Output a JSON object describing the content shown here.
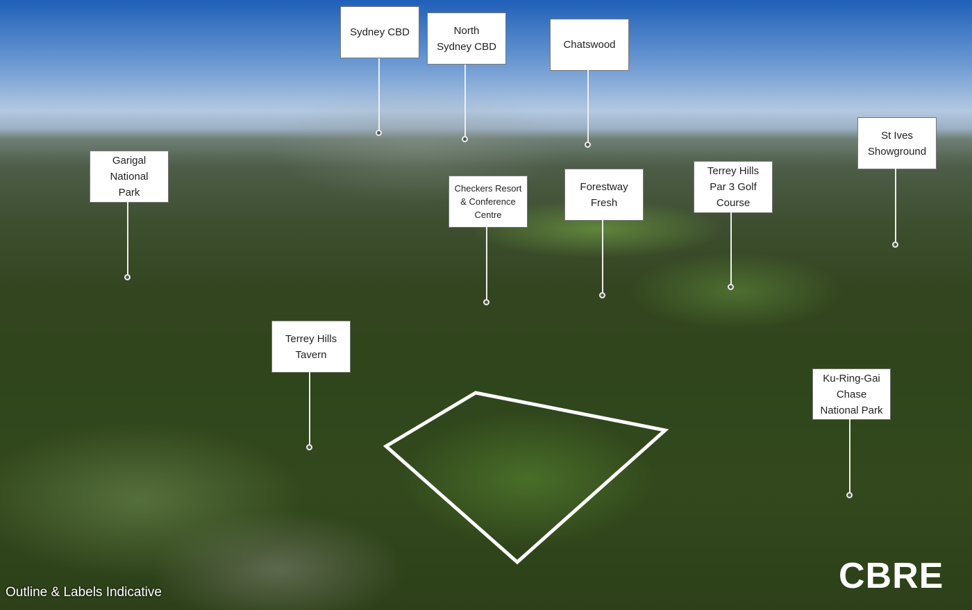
{
  "labels": [
    {
      "id": "sydney-cbd",
      "text": "Sydney CBD"
    },
    {
      "id": "north-sydney-cbd",
      "text": "North\nSydney CBD"
    },
    {
      "id": "chatswood",
      "text": "Chatswood"
    },
    {
      "id": "garigal-national-park",
      "text": "Garigal\nNational\nPark"
    },
    {
      "id": "checkers-resort",
      "text": "Checkers Resort\n& Conference\nCentre"
    },
    {
      "id": "forestway-fresh",
      "text": "Forestway\nFresh"
    },
    {
      "id": "terrey-hills-golf",
      "text": "Terrey Hills\nPar 3 Golf\nCourse"
    },
    {
      "id": "st-ives-showground",
      "text": "St Ives\nShowground"
    },
    {
      "id": "terrey-hills-tavern",
      "text": "Terrey Hills\nTavern"
    },
    {
      "id": "ku-ring-gai",
      "text": "Ku-Ring-Gai\nChase\nNational Park"
    }
  ],
  "note": "Outline & Labels Indicative",
  "logo": "CBRE"
}
